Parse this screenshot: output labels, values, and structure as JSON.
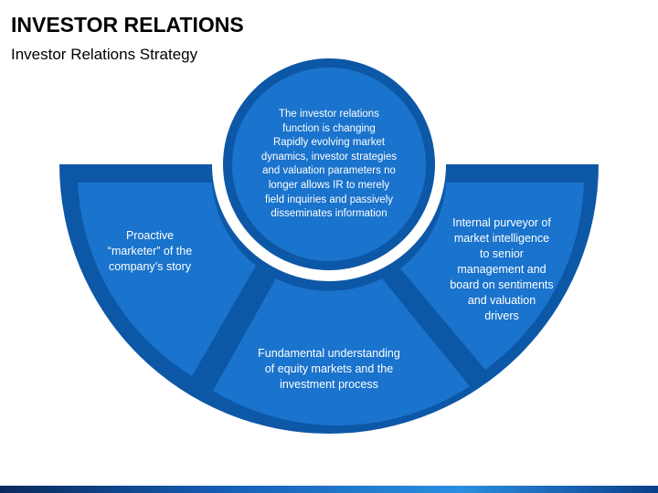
{
  "header": {
    "title": "INVESTOR RELATIONS",
    "subtitle": "Investor Relations Strategy"
  },
  "diagram": {
    "center": "The investor relations\nfunction is changing\nRapidly evolving market\ndynamics, investor strategies\nand valuation parameters no\nlonger allows IR to merely\nfield inquiries and  passively\ndisseminates information",
    "segments": {
      "left": "Proactive\n“marketer” of the\ncompany’s story",
      "bottom": "Fundamental understanding\nof equity markets and the\ninvestment process",
      "right": "Internal purveyor  of\nmarket intelligence\nto senior\nmanagement and\nboard on sentiments\nand  valuation\ndrivers"
    }
  },
  "colors": {
    "dark_blue": "#0d57a7",
    "fill_blue": "#1a73cc",
    "title_text": "#000000",
    "diagram_text": "#ffffff"
  }
}
